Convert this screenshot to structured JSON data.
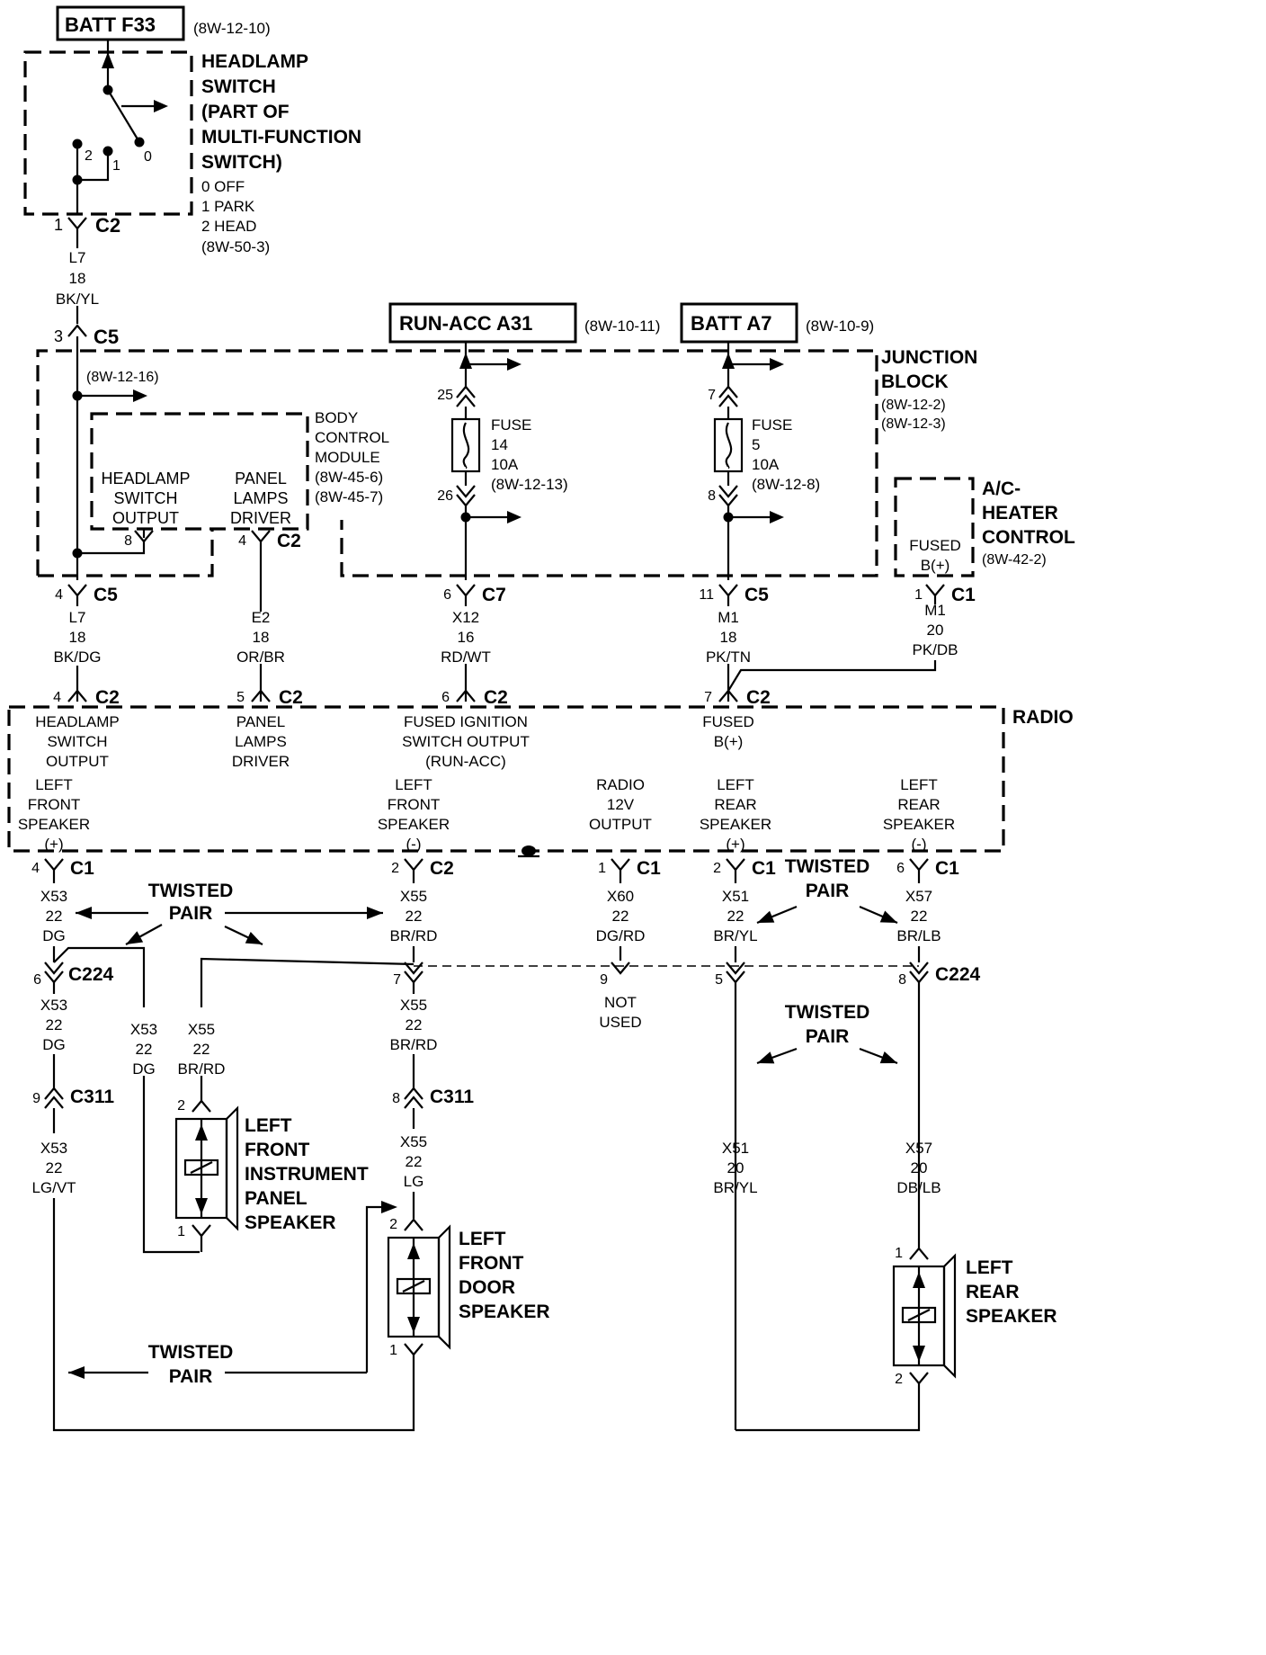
{
  "source_boxes": {
    "batt_f33": "BATT F33",
    "batt_f33_ref": "(8W-12-10)",
    "run_acc_a31": "RUN-ACC A31",
    "run_acc_a31_ref": "(8W-10-11)",
    "batt_a7": "BATT A7",
    "batt_a7_ref": "(8W-10-9)"
  },
  "headlamp_switch": {
    "title_lines": [
      "HEADLAMP",
      "SWITCH",
      "(PART OF",
      "MULTI-FUNCTION",
      "SWITCH)"
    ],
    "positions": [
      "0 OFF",
      "1 PARK",
      "2 HEAD"
    ],
    "ref": "(8W-50-3)",
    "pin_labels": [
      "2",
      "1",
      "0"
    ],
    "connector": {
      "pin": "1",
      "name": "C2"
    }
  },
  "wires_top": {
    "l7_a": [
      "L7",
      "18",
      "BK/YL"
    ]
  },
  "junction_block": {
    "title_lines": [
      "JUNCTION",
      "BLOCK"
    ],
    "refs": [
      "(8W-12-2)",
      "(8W-12-3)"
    ],
    "ref_1216": "(8W-12-16)",
    "c5_in": {
      "pin": "3",
      "name": "C5"
    },
    "fuse14": {
      "lines": [
        "FUSE",
        "14",
        "10A",
        "(8W-12-13)"
      ],
      "pin_in": "25",
      "pin_out": "26"
    },
    "fuse5": {
      "lines": [
        "FUSE",
        "5",
        "10A",
        "(8W-12-8)"
      ],
      "pin_in": "7",
      "pin_out": "8"
    }
  },
  "bcm": {
    "title_lines": [
      "BODY",
      "CONTROL",
      "MODULE",
      "(8W-45-6)",
      "(8W-45-7)"
    ],
    "headlamp_output": [
      "HEADLAMP",
      "SWITCH",
      "OUTPUT"
    ],
    "panel_driver": [
      "PANEL",
      "LAMPS",
      "DRIVER"
    ],
    "pin8": "8",
    "c2": {
      "pin": "4",
      "name": "C2"
    }
  },
  "ac_heater": {
    "title_lines": [
      "A/C-",
      "HEATER",
      "CONTROL"
    ],
    "ref": "(8W-42-2)",
    "fused_lines": [
      "FUSED",
      "B(+)"
    ],
    "c1": {
      "pin": "1",
      "name": "C1"
    },
    "wire": [
      "M1",
      "20",
      "PK/DB"
    ]
  },
  "mid_connectors": {
    "c5_out": {
      "pin": "4",
      "name": "C5"
    },
    "c7": {
      "pin": "6",
      "name": "C7"
    },
    "c5_b": {
      "pin": "11",
      "name": "C5"
    }
  },
  "mid_wires": {
    "l7_b": [
      "L7",
      "18",
      "BK/DG"
    ],
    "e2": [
      "E2",
      "18",
      "OR/BR"
    ],
    "x12": [
      "X12",
      "16",
      "RD/WT"
    ],
    "m1": [
      "M1",
      "18",
      "PK/TN"
    ]
  },
  "radio": {
    "title": "RADIO",
    "in_connectors": [
      {
        "pin": "4",
        "name": "C2"
      },
      {
        "pin": "5",
        "name": "C2"
      },
      {
        "pin": "6",
        "name": "C2"
      },
      {
        "pin": "7",
        "name": "C2"
      }
    ],
    "inputs": [
      [
        "HEADLAMP",
        "SWITCH",
        "OUTPUT"
      ],
      [
        "PANEL",
        "LAMPS",
        "DRIVER"
      ],
      [
        "FUSED IGNITION",
        "SWITCH OUTPUT",
        "(RUN-ACC)"
      ],
      [
        "FUSED",
        "B(+)"
      ]
    ],
    "outputs": [
      [
        "LEFT",
        "FRONT",
        "SPEAKER",
        "(+)"
      ],
      [
        "LEFT",
        "FRONT",
        "SPEAKER",
        "(-)"
      ],
      [
        "RADIO",
        "12V",
        "OUTPUT"
      ],
      [
        "LEFT",
        "REAR",
        "SPEAKER",
        "(+)"
      ],
      [
        "LEFT",
        "REAR",
        "SPEAKER",
        "(-)"
      ]
    ],
    "out_connectors": [
      {
        "pin": "4",
        "name": "C1"
      },
      {
        "pin": "2",
        "name": "C2"
      },
      {
        "pin": "1",
        "name": "C1"
      },
      {
        "pin": "2",
        "name": "C1"
      },
      {
        "pin": "6",
        "name": "C1"
      }
    ]
  },
  "lower_wires": {
    "x53": [
      "X53",
      "22",
      "DG"
    ],
    "x55": [
      "X55",
      "22",
      "BR/RD"
    ],
    "x60": [
      "X60",
      "22",
      "DG/RD"
    ],
    "x51": [
      "X51",
      "22",
      "BR/YL"
    ],
    "x57": [
      "X57",
      "22",
      "BR/LB"
    ]
  },
  "twisted_pair": [
    "TWISTED",
    "PAIR"
  ],
  "c224": {
    "name": "C224",
    "pins": [
      "6",
      "7",
      "9",
      "5",
      "8"
    ],
    "not_used": [
      "NOT",
      "USED"
    ]
  },
  "below_c224": {
    "x53": [
      "X53",
      "22",
      "DG"
    ],
    "x53_ip": [
      "X53",
      "22",
      "DG"
    ],
    "x55_ip": [
      "X55",
      "22",
      "BR/RD"
    ],
    "x55": [
      "X55",
      "22",
      "BR/RD"
    ]
  },
  "c311": {
    "name": "C311",
    "pins": [
      "9",
      "8"
    ]
  },
  "bottom_wires": {
    "x53": [
      "X53",
      "22",
      "LG/VT"
    ],
    "x55": [
      "X55",
      "22",
      "LG"
    ],
    "x51": [
      "X51",
      "20",
      "BR/YL"
    ],
    "x57": [
      "X57",
      "20",
      "DB/LB"
    ]
  },
  "speakers": {
    "ip": {
      "lines": [
        "LEFT",
        "FRONT",
        "INSTRUMENT",
        "PANEL",
        "SPEAKER"
      ],
      "pins": [
        "2",
        "1"
      ]
    },
    "door": {
      "lines": [
        "LEFT",
        "FRONT",
        "DOOR",
        "SPEAKER"
      ],
      "pins": [
        "2",
        "1"
      ]
    },
    "rear": {
      "lines": [
        "LEFT",
        "REAR",
        "SPEAKER"
      ],
      "pins": [
        "1",
        "2"
      ]
    }
  }
}
